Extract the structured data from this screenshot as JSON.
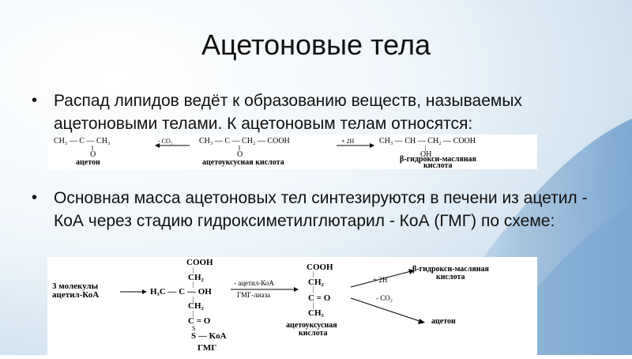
{
  "slide": {
    "title": "Ацетоновые тела",
    "bullet_1": "Распад липидов ведёт к образованию веществ, называемых ацетоновыми телами. К ацетоновым телам относятся:",
    "bullet_2": "Основная масса ацетоновых тел синтезируются в печени из ацетил - КоА через стадию гидроксиметилглютарил - КоА (ГМГ) по схеме:",
    "bullet_symbol": "•"
  },
  "scheme_1": {
    "acetone_formula": "CH₃ — C — CH₃",
    "acetone_o_bond": "‖",
    "acetone_o": "O",
    "acetone_name": "ацетон",
    "arrow_1_label": "- CO₂",
    "acetoacetic_formula": "CH₃ — C — CH₂ — COOH",
    "acetoacetic_o_bond": "‖",
    "acetoacetic_o": "O",
    "acetoacetic_name": "ацетоуксусная кислота",
    "arrow_2_label": "+ 2H",
    "hydroxybutyric_formula": "CH₃ — CH — CH₂ — COOH",
    "hydroxybutyric_oh_bond": "|",
    "hydroxybutyric_oh": "OH",
    "hydroxybutyric_name_1": "β-гидрокси-масляная",
    "hydroxybutyric_name_2": "кислота"
  },
  "scheme_2": {
    "start_1": "3 молекулы",
    "start_2": "ацетил-КоА",
    "hmg_cooh": "COOH",
    "hmg_ch2_top": "CH₂",
    "hmg_center": "H₃C — C — OH",
    "hmg_ch2_bottom": "CH₂",
    "hmg_co": "C = O",
    "hmg_s": "S — KoA",
    "hmg_label": "ГМГ",
    "bond_v": "|",
    "bond_s": "S",
    "lyase_1": "- ацетил-КоА",
    "lyase_2": "ГМГ-лиаза",
    "aa_cooh": "COOH",
    "aa_ch2": "CH₂",
    "aa_co": "C = O",
    "aa_ch3": "CH₃",
    "aa_name_1": "ацетоуксусная",
    "aa_name_2": "кислота",
    "plus_2h": "+ 2H",
    "minus_co2": "- CO₂",
    "product_1a": "β-гидрокси-масляная",
    "product_1b": "кислота",
    "product_2": "ацетон"
  }
}
